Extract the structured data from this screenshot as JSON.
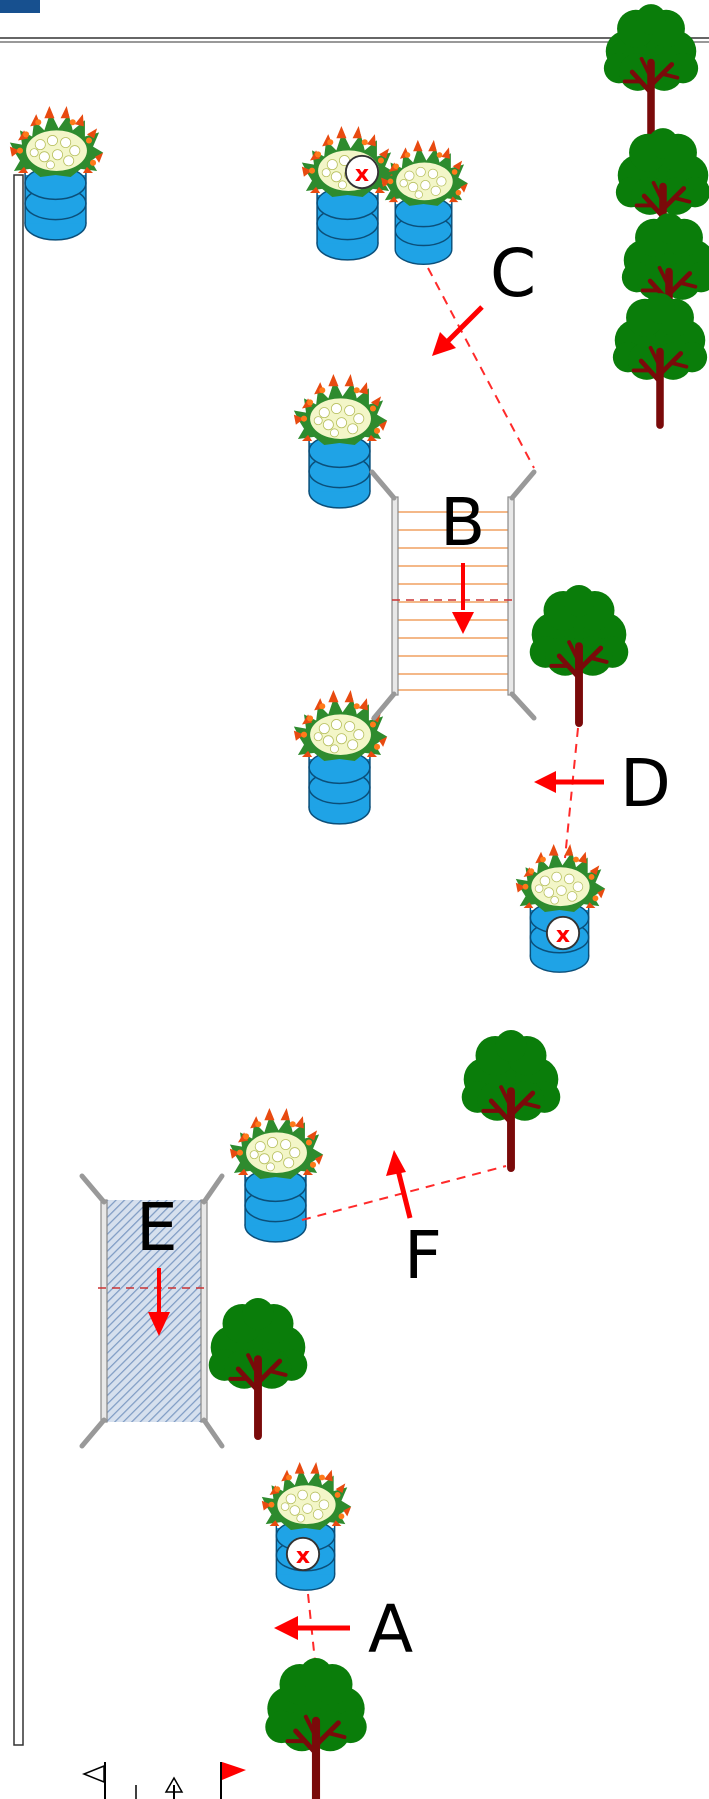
{
  "title": "",
  "labels": {
    "A": "A",
    "B": "B",
    "C": "C",
    "D": "D",
    "E": "E",
    "F": "F"
  },
  "marker_symbol": "x",
  "colors": {
    "barrel": "#1fa3e6",
    "barrel_outline": "#0b4f7a",
    "flower_white": "#f3f6c8",
    "flower_red": "#e84a10",
    "leaf": "#2e8b2e",
    "tree_foliage": "#0a7d0a",
    "tree_trunk": "#7a0a0a",
    "dashed_line": "#ff2a2a",
    "arrow": "#ff0000",
    "oxer_rail": "#f0a060",
    "water_fill": "#a8bcd8",
    "stand": "#999999",
    "top_badge": "#17508f"
  },
  "icons": {
    "flower_barrel": "flower-barrel-icon",
    "tree": "tree-icon",
    "flag": "flag-icon",
    "marker": "x-marker-icon"
  }
}
